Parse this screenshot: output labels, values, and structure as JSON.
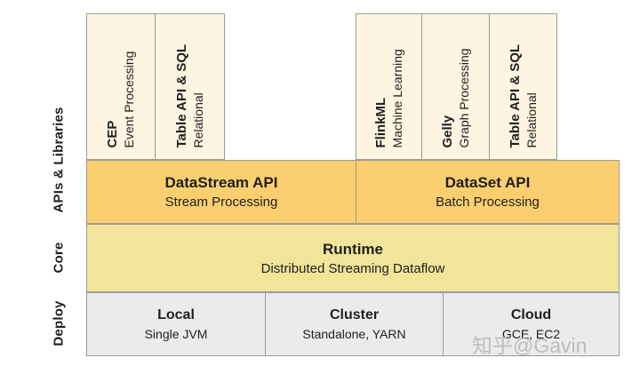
{
  "side_labels": {
    "apis": "APIs & Libraries",
    "core": "Core",
    "deploy": "Deploy"
  },
  "libraries": [
    {
      "title": "CEP",
      "subtitle": "Event Processing"
    },
    {
      "title": "Table API & SQL",
      "subtitle": "Relational"
    },
    {
      "title": "FlinkML",
      "subtitle": "Machine Learning"
    },
    {
      "title": "Gelly",
      "subtitle": "Graph Processing"
    },
    {
      "title": "Table API & SQL",
      "subtitle": "Relational"
    }
  ],
  "api_layer": {
    "stream": {
      "title": "DataStream API",
      "subtitle": "Stream Processing"
    },
    "batch": {
      "title": "DataSet API",
      "subtitle": "Batch Processing"
    }
  },
  "core_layer": {
    "title": "Runtime",
    "subtitle": "Distributed Streaming Dataflow"
  },
  "deploy_layer": [
    {
      "title": "Local",
      "subtitle": "Single JVM"
    },
    {
      "title": "Cluster",
      "subtitle": "Standalone, YARN"
    },
    {
      "title": "Cloud",
      "subtitle": "GCE, EC2"
    }
  ],
  "watermark": "知乎@Gavin",
  "colors": {
    "library_box": "#fdf5e2",
    "api_band": "#fbce6f",
    "core_band": "#f2e499",
    "deploy_band": "#ebebee",
    "border": "#9a9a9a",
    "text": "#1f1f1f",
    "watermark": "#b5b5b5"
  }
}
